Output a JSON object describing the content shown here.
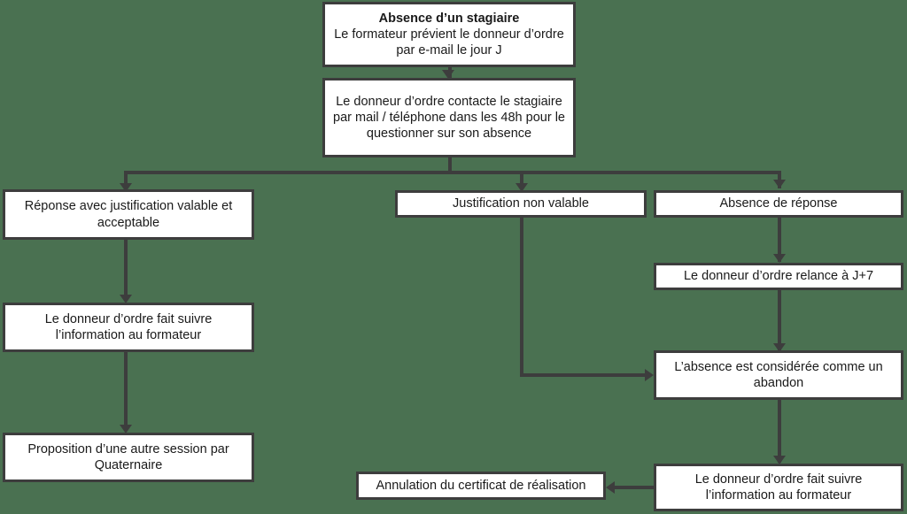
{
  "diagram": {
    "title_node_bold": "Absence d’un stagiaire",
    "background_color": "#4a7151",
    "box_fill_color": "#ffffff",
    "box_border_color": "#3d3d3d",
    "nodes": [
      {
        "id": "n1",
        "bold_line": "Absence d’un stagiaire",
        "text": "Le formateur prévient le donneur d’ordre par e-mail le jour J"
      },
      {
        "id": "n2",
        "text": "Le donneur d’ordre contacte le stagiaire par mail / téléphone dans les 48h pour le questionner sur son absence"
      },
      {
        "id": "n3",
        "text": "Réponse avec justification valable et acceptable"
      },
      {
        "id": "n4",
        "text": "Justification non valable"
      },
      {
        "id": "n5",
        "text": "Absence de réponse"
      },
      {
        "id": "n6",
        "text": "Le donneur d’ordre fait suivre l’information au formateur"
      },
      {
        "id": "n7",
        "text": "Le donneur d’ordre relance à J+7"
      },
      {
        "id": "n8",
        "text": "Proposition d’une autre session par Quaternaire"
      },
      {
        "id": "n9",
        "text": "L’absence est considérée comme un abandon"
      },
      {
        "id": "n10",
        "text": "Annulation du certificat de réalisation"
      },
      {
        "id": "n11",
        "text": "Le donneur d’ordre fait suivre l’information au formateur"
      }
    ]
  }
}
